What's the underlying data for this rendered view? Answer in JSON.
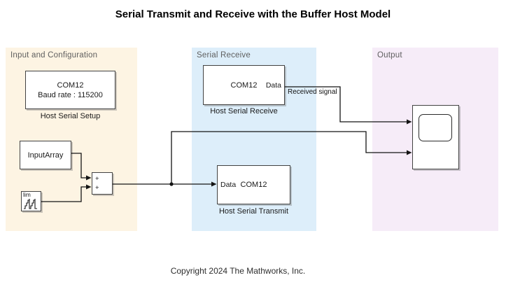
{
  "title": "Serial Transmit and Receive with the Buffer Host Model",
  "copyright": "Copyright 2024 The Mathworks, Inc.",
  "regions": [
    {
      "label": "Input and Configuration",
      "color": "#fdf4e3"
    },
    {
      "label": "Serial Receive",
      "color": "#ddeefa"
    },
    {
      "label": "Output",
      "color": "#f6ecf8"
    }
  ],
  "blocks": {
    "host_serial_setup": {
      "line1": "COM12",
      "line2": "Baud rate : 115200",
      "label": "Host Serial Setup"
    },
    "input_array": {
      "text": "InputArray"
    },
    "counter_limited": {
      "text": "lim",
      "icon": "staircase-waveform-icon"
    },
    "sum": {
      "input1": "+",
      "input2": "+"
    },
    "host_serial_receive": {
      "text": "COM12",
      "output_port": "Data",
      "label": "Host Serial Receive"
    },
    "host_serial_transmit": {
      "input_port": "Data",
      "text": "COM12",
      "label": "Host Serial Transmit"
    },
    "scope": {
      "icon": "scope-screen-icon"
    }
  },
  "wires": {
    "received_signal_label": "Received signal"
  },
  "colors": {
    "background": "#ffffff",
    "block_border": "#424242",
    "wire": "#141414",
    "region_label_text": "#5f5f5f",
    "region_input": "#fdf4e3",
    "region_receive": "#ddeefa",
    "region_output": "#f6ecf8"
  }
}
